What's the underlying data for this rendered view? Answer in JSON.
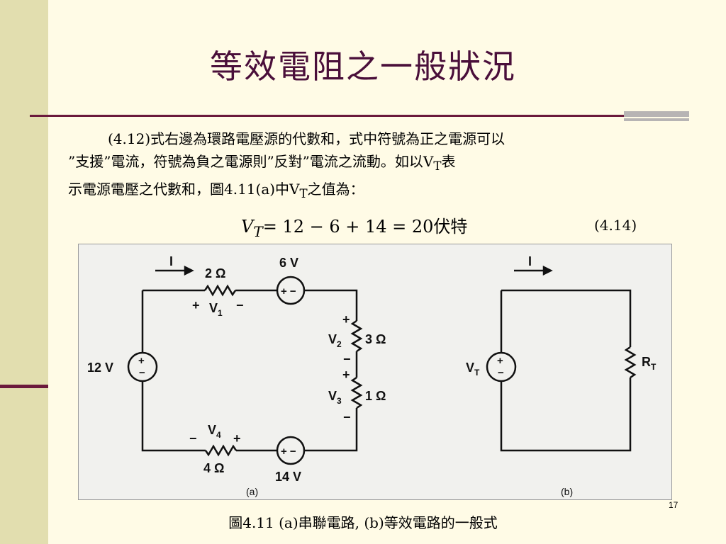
{
  "slide": {
    "title": "等效電阻之一般狀況",
    "paragraph": {
      "line1": "(4.12)式右邊為環路電壓源的代數和，式中符號為正之電源可以",
      "line2_a": "”支援”電流，符號為負之電源則”反對”電流之流動。如以V",
      "line2_sub": "T",
      "line2_b": "表",
      "line3_a": "示電源電壓之代數和，圖4.11(a)中V",
      "line3_sub": "T",
      "line3_b": "之值為："
    },
    "equation": {
      "lhs": "V",
      "lhs_sub": "T",
      "rhs": "= 12 − 6 + 14 = 20伏特",
      "number": "(4.14)"
    },
    "figure": {
      "a": {
        "current": "I",
        "r1": "2 Ω",
        "v1_plus": "+",
        "v1": "V",
        "v1_sub": "1",
        "v1_minus": "−",
        "src_top": "6 V",
        "src_top_sym": "+ −",
        "v2_plus": "+",
        "v2": "V",
        "v2_sub": "2",
        "r2": "3 Ω",
        "v2_minus": "−",
        "v3_plus": "+",
        "v3": "V",
        "v3_sub": "3",
        "r3": "1 Ω",
        "v3_minus": "−",
        "src_left": "12 V",
        "src_left_plus": "+",
        "src_left_minus": "−",
        "v4_minus": "−",
        "v4": "V",
        "v4_sub": "4",
        "v4_plus": "+",
        "r4": "4 Ω",
        "src_bottom": "14 V",
        "src_bottom_sym": "+ −",
        "label": "(a)"
      },
      "b": {
        "current": "I",
        "src": "V",
        "src_sub": "T",
        "src_plus": "+",
        "src_minus": "−",
        "res": "R",
        "res_sub": "T",
        "label": "(b)"
      }
    },
    "slide_number": "17",
    "caption": "圖4.11 (a)串聯電路, (b)等效電路的一般式"
  }
}
